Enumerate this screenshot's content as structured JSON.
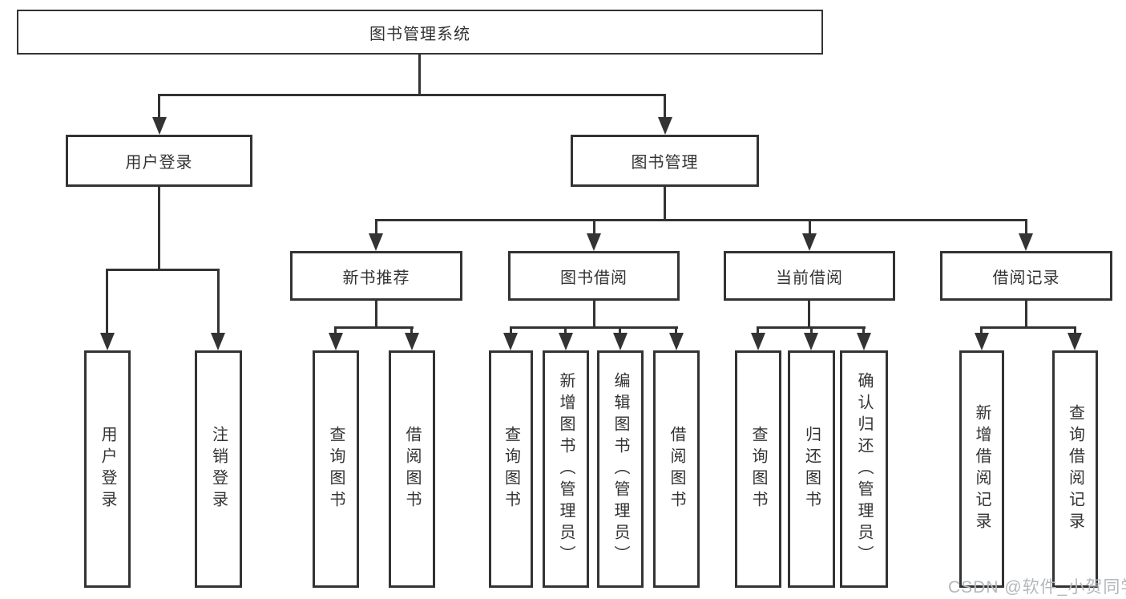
{
  "tree": {
    "label": "图书管理系统",
    "children": [
      {
        "label": "用户登录",
        "children": [
          {
            "label": "用户登录"
          },
          {
            "label": "注销登录"
          }
        ]
      },
      {
        "label": "图书管理",
        "children": [
          {
            "label": "新书推荐",
            "children": [
              {
                "label": "查询图书"
              },
              {
                "label": "借阅图书"
              }
            ]
          },
          {
            "label": "图书借阅",
            "children": [
              {
                "label": "查询图书"
              },
              {
                "label": "新增图书（管理员）"
              },
              {
                "label": "编辑图书（管理员）"
              },
              {
                "label": "借阅图书"
              }
            ]
          },
          {
            "label": "当前借阅",
            "children": [
              {
                "label": "查询图书"
              },
              {
                "label": "归还图书"
              },
              {
                "label": "确认归还（管理员）"
              }
            ]
          },
          {
            "label": "借阅记录",
            "children": [
              {
                "label": "新增借阅记录"
              },
              {
                "label": "查询借阅记录"
              }
            ]
          }
        ]
      }
    ]
  },
  "watermark": "CSDN @软件_小贺同学",
  "colors": {
    "line": "#333333",
    "box_background": "#ffffff",
    "text": "#333333",
    "watermark": "#b4b8bb"
  }
}
